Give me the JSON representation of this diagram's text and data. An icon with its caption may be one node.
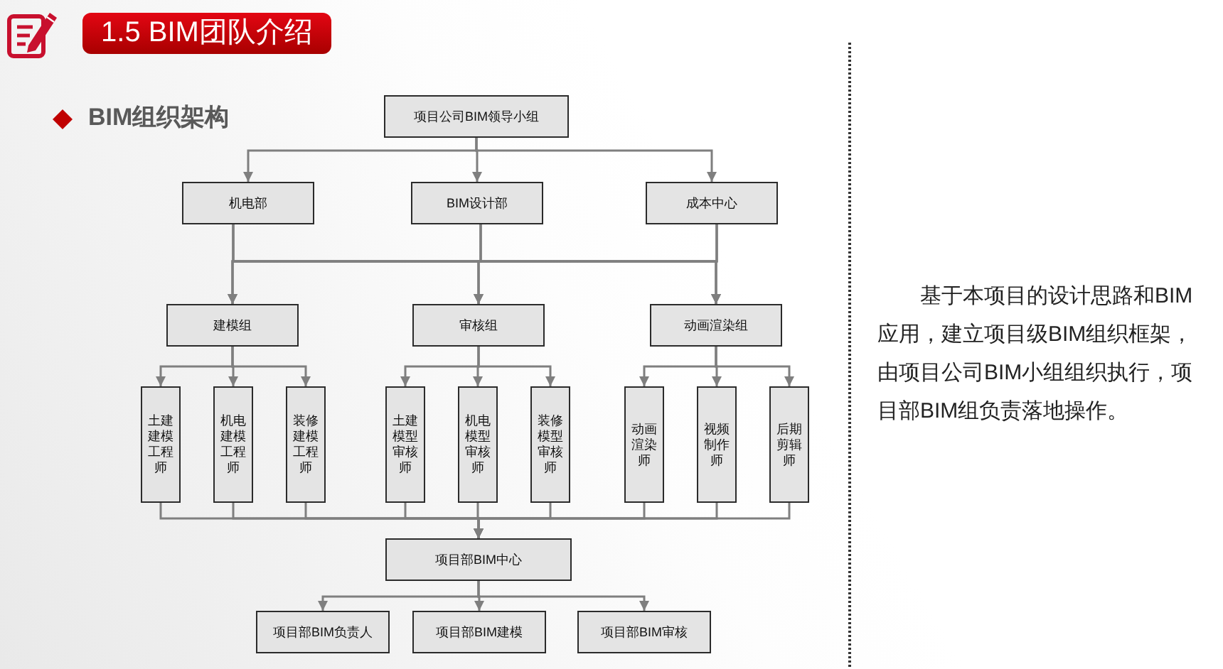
{
  "diagram": {
    "title": "1.5 BIM团队介绍",
    "nodes": [
      {
        "text": [
          "项目公司BIM领导小组"
        ]
      },
      {
        "text": [
          "机电部"
        ]
      },
      {
        "text": [
          "BIM设计部"
        ]
      },
      {
        "text": [
          "成本中心"
        ]
      },
      {
        "text": [
          "建模组"
        ]
      },
      {
        "text": [
          "审核组"
        ]
      },
      {
        "text": [
          "动画渲染组"
        ]
      },
      {
        "text": [
          "土建建模工程师"
        ]
      },
      {
        "text": [
          "机电建模工程师"
        ]
      },
      {
        "text": [
          "装修建模工程师"
        ]
      },
      {
        "text": [
          "土建模型审核师"
        ]
      },
      {
        "text": [
          "机电模型审核师"
        ]
      },
      {
        "text": [
          "装修模型审核师"
        ]
      },
      {
        "text": [
          "动画渲染师"
        ]
      },
      {
        "text": [
          "视频制作师"
        ]
      },
      {
        "text": [
          "后期剪辑师"
        ]
      },
      {
        "text": [
          "项目部BIM中心"
        ]
      },
      {
        "text": [
          "项目部BIM负责人"
        ]
      },
      {
        "text": [
          "项目部BIM建模"
        ]
      },
      {
        "text": [
          "项目部BIM审核"
        ]
      }
    ],
    "edges": [
      {
        "from": 0,
        "to": 1,
        "arrow": "to"
      },
      {
        "from": 0,
        "to": 2,
        "arrow": "to"
      },
      {
        "from": 0,
        "to": 3,
        "arrow": "to"
      },
      {
        "from": 1,
        "to": 4,
        "arrow": "to"
      },
      {
        "from": 1,
        "to": 5,
        "arrow": "to"
      },
      {
        "from": 1,
        "to": 6,
        "arrow": "to"
      },
      {
        "from": 2,
        "to": 4,
        "arrow": "to"
      },
      {
        "from": 2,
        "to": 5,
        "arrow": "to"
      },
      {
        "from": 2,
        "to": 6,
        "arrow": "to"
      },
      {
        "from": 3,
        "to": 4,
        "arrow": "to"
      },
      {
        "from": 3,
        "to": 5,
        "arrow": "to"
      },
      {
        "from": 3,
        "to": 6,
        "arrow": "to"
      },
      {
        "from": 4,
        "to": 7,
        "arrow": "to"
      },
      {
        "from": 4,
        "to": 8,
        "arrow": "to"
      },
      {
        "from": 4,
        "to": 9,
        "arrow": "to"
      },
      {
        "from": 5,
        "to": 10,
        "arrow": "to"
      },
      {
        "from": 5,
        "to": 11,
        "arrow": "to"
      },
      {
        "from": 5,
        "to": 12,
        "arrow": "to"
      },
      {
        "from": 6,
        "to": 13,
        "arrow": "to"
      },
      {
        "from": 6,
        "to": 14,
        "arrow": "to"
      },
      {
        "from": 6,
        "to": 15,
        "arrow": "to"
      },
      {
        "from": 7,
        "to": 16,
        "arrow": "to"
      },
      {
        "from": 8,
        "to": 16,
        "arrow": "to"
      },
      {
        "from": 9,
        "to": 16,
        "arrow": "to"
      },
      {
        "from": 10,
        "to": 16,
        "arrow": "to"
      },
      {
        "from": 11,
        "to": 16,
        "arrow": "to"
      },
      {
        "from": 12,
        "to": 16,
        "arrow": "to"
      },
      {
        "from": 13,
        "to": 16,
        "arrow": "to"
      },
      {
        "from": 14,
        "to": 16,
        "arrow": "to"
      },
      {
        "from": 15,
        "to": 16,
        "arrow": "to"
      },
      {
        "from": 16,
        "to": 17,
        "arrow": "to"
      },
      {
        "from": 16,
        "to": 18,
        "arrow": "to"
      },
      {
        "from": 16,
        "to": 19,
        "arrow": "to"
      }
    ],
    "labels": [
      "BIM组织架构",
      "基于本项目的设计思路和BIM应用，建立项目级BIM组织框架，由项目公司BIM小组组织执行，项目部BIM组负责落地操作。"
    ]
  }
}
